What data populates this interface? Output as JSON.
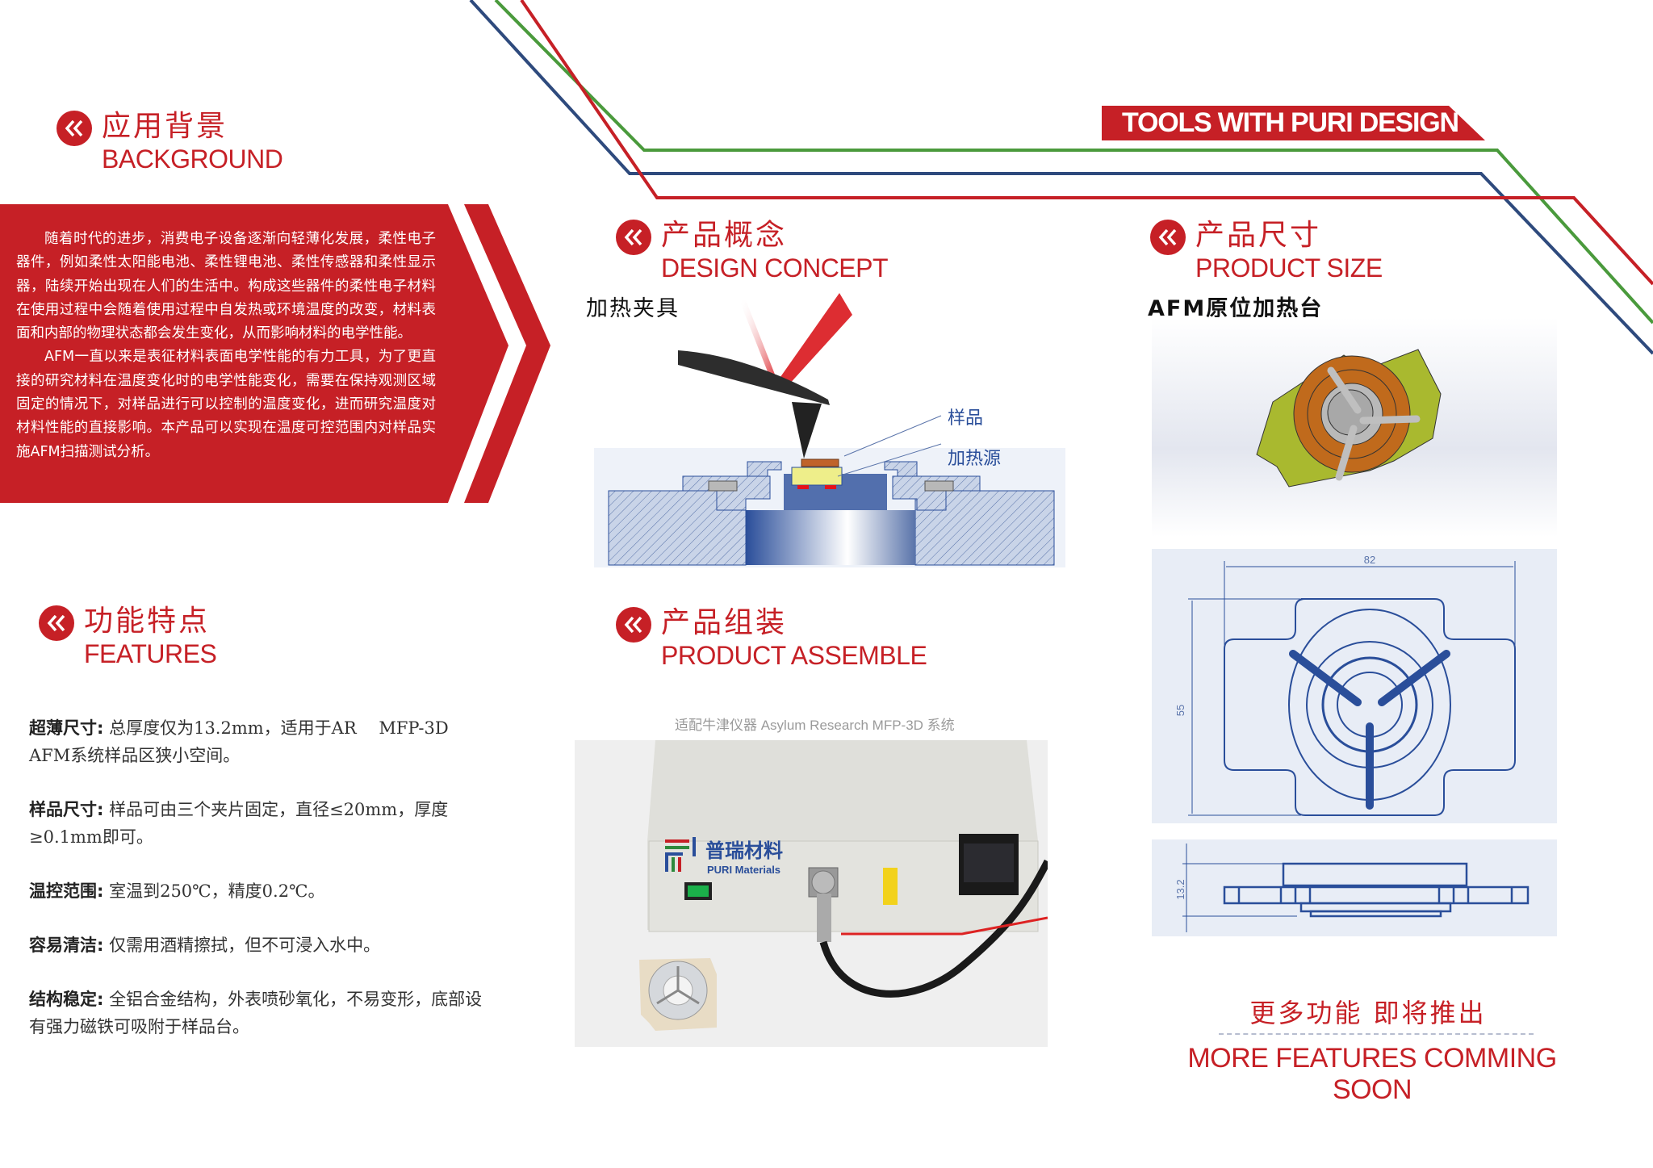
{
  "colors": {
    "brand_red": "#c62026",
    "line_blue": "#2e4a7d",
    "line_green": "#4a9a3c",
    "drawing_blue": "#2a4e9a",
    "drawing_bg": "#e8edf6"
  },
  "tools_banner": {
    "label": "TOOLS WITH PURI DESIGN"
  },
  "background": {
    "title_cn": "应用背景",
    "title_en": "BACKGROUND",
    "icon": "double-chevron-left-icon",
    "paragraphs": [
      "随着时代的进步，消费电子设备逐渐向轻薄化发展，柔性电子器件，例如柔性太阳能电池、柔性锂电池、柔性传感器和柔性显示器，陆续开始出现在人们的生活中。构成这些器件的柔性电子材料在使用过程中会随着使用过程中自发热或环境温度的改变，材料表面和内部的物理状态都会发生变化，从而影响材料的电学性能。",
      "AFM一直以来是表征材料表面电学性能的有力工具，为了更直接的研究材料在温度变化时的电学性能变化，需要在保持观测区域固定的情况下，对样品进行可以控制的温度变化，进而研究温度对材料性能的直接影响。本产品可以实现在温度可控范围内对样品实施AFM扫描测试分析。"
    ]
  },
  "features": {
    "title_cn": "功能特点",
    "title_en": "FEATURES",
    "icon": "double-chevron-left-icon",
    "items": [
      {
        "label": "超薄尺寸:",
        "text": " 总厚度仅为13.2mm，适用于AR　 MFP-3D AFM系统样品区狭小空间。"
      },
      {
        "label": "样品尺寸:",
        "text": " 样品可由三个夹片固定，直径≤20mm，厚度≥0.1mm即可。"
      },
      {
        "label": "温控范围:",
        "text": " 室温到250℃，精度0.2℃。"
      },
      {
        "label": "容易清洁:",
        "text": " 仅需用酒精擦拭，但不可浸入水中。"
      },
      {
        "label": "结构稳定:",
        "text": " 全铝合金结构，外表喷砂氧化，不易变形，底部设有强力磁铁可吸附于样品台。"
      }
    ]
  },
  "design_concept": {
    "title_cn": "产品概念",
    "title_en": "DESIGN CONCEPT",
    "icon": "double-chevron-left-icon",
    "sub_label": "加热夹具",
    "callouts": {
      "sample": "样品",
      "heat_source": "加热源"
    }
  },
  "product_assemble": {
    "title_cn": "产品组装",
    "title_en": "PRODUCT ASSEMBLE",
    "icon": "double-chevron-left-icon",
    "caption": "适配牛津仪器 Asylum Research MFP-3D 系统",
    "device_brand_cn": "普瑞材料",
    "device_brand_en": "PURI Materials"
  },
  "product_size": {
    "title_cn": "产品尺寸",
    "title_en": "PRODUCT SIZE",
    "icon": "double-chevron-left-icon",
    "sub_label": "AFM原位加热台",
    "dim_width": "82",
    "dim_height": "55",
    "dim_thickness": "13.2"
  },
  "coming_soon": {
    "cn": "更多功能  即将推出",
    "en": "MORE FEATURES COMMING SOON"
  }
}
